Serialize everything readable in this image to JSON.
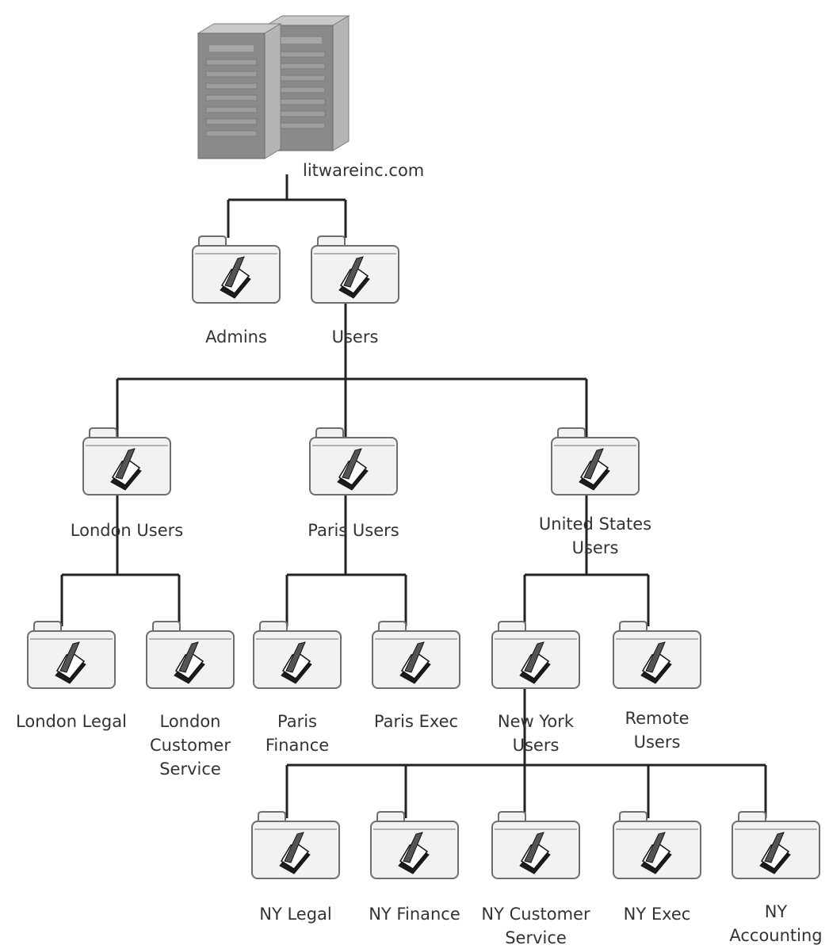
{
  "domain": {
    "label": "litwareinc.com",
    "icon": "server-rack-icon"
  },
  "nodes": [
    {
      "id": "admins",
      "name": "folder-admins",
      "lines": [
        "Admins"
      ]
    },
    {
      "id": "users",
      "name": "folder-users",
      "lines": [
        "Users"
      ]
    },
    {
      "id": "london_users",
      "name": "folder-london-users",
      "lines": [
        "London Users"
      ]
    },
    {
      "id": "paris_users",
      "name": "folder-paris-users",
      "lines": [
        "Paris Users"
      ]
    },
    {
      "id": "us_users",
      "name": "folder-united-states-users",
      "lines": [
        "United States",
        "Users"
      ]
    },
    {
      "id": "london_legal",
      "name": "folder-london-legal",
      "lines": [
        "London Legal"
      ]
    },
    {
      "id": "london_cs",
      "name": "folder-london-customer-service",
      "lines": [
        "London",
        "Customer",
        "Service"
      ]
    },
    {
      "id": "paris_finance",
      "name": "folder-paris-finance",
      "lines": [
        "Paris",
        "Finance"
      ]
    },
    {
      "id": "paris_exec",
      "name": "folder-paris-exec",
      "lines": [
        "Paris Exec"
      ]
    },
    {
      "id": "ny_users",
      "name": "folder-new-york-users",
      "lines": [
        "New York",
        "Users"
      ]
    },
    {
      "id": "remote_users",
      "name": "folder-remote-users",
      "lines": [
        "Remote",
        "Users"
      ]
    },
    {
      "id": "ny_legal",
      "name": "folder-ny-legal",
      "lines": [
        "NY Legal"
      ]
    },
    {
      "id": "ny_finance",
      "name": "folder-ny-finance",
      "lines": [
        "NY Finance"
      ]
    },
    {
      "id": "ny_cs",
      "name": "folder-ny-customer-service",
      "lines": [
        "NY Customer",
        "Service"
      ]
    },
    {
      "id": "ny_exec",
      "name": "folder-ny-exec",
      "lines": [
        "NY Exec"
      ]
    },
    {
      "id": "ny_accounting",
      "name": "folder-ny-accounting",
      "lines": [
        "NY",
        "Accounting"
      ]
    }
  ],
  "edges": [
    [
      "domain",
      "admins"
    ],
    [
      "domain",
      "users"
    ],
    [
      "users",
      "london_users"
    ],
    [
      "users",
      "paris_users"
    ],
    [
      "users",
      "us_users"
    ],
    [
      "london_users",
      "london_legal"
    ],
    [
      "london_users",
      "london_cs"
    ],
    [
      "paris_users",
      "paris_finance"
    ],
    [
      "paris_users",
      "paris_exec"
    ],
    [
      "us_users",
      "ny_users"
    ],
    [
      "us_users",
      "remote_users"
    ],
    [
      "ny_users",
      "ny_legal"
    ],
    [
      "ny_users",
      "ny_finance"
    ],
    [
      "ny_users",
      "ny_cs"
    ],
    [
      "ny_users",
      "ny_exec"
    ],
    [
      "ny_users",
      "ny_accounting"
    ]
  ],
  "colors": {
    "folder_fill": "#f2f2f2",
    "folder_stroke": "#6e6e6e",
    "connector": "#222222",
    "server_front": "#8a8a8a",
    "server_side": "#b5b5b5",
    "text": "#333333"
  }
}
